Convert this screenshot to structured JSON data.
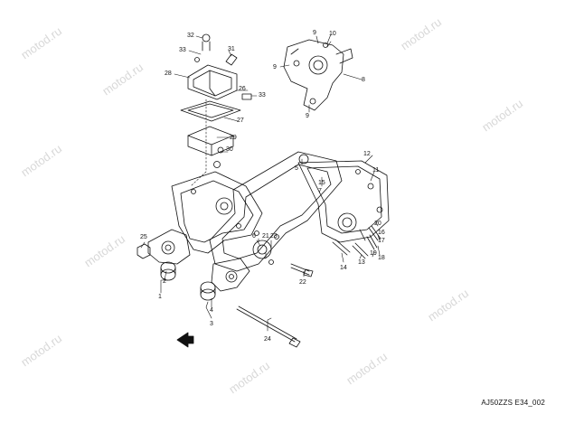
{
  "watermark": {
    "text": "motod.ru"
  },
  "diagram": {
    "reference_code": "AJ50ZZS E34_002",
    "callouts": {
      "c1": "1",
      "c2": "2",
      "c3": "3",
      "c4": "4",
      "c5": "5",
      "c6": "6",
      "c7": "7",
      "c8": "8",
      "c9a": "9",
      "c9b": "9",
      "c9c": "9",
      "c10": "10",
      "c11": "11",
      "c12": "12",
      "c13": "13",
      "c14": "14",
      "c15": "15",
      "c16": "16",
      "c17": "17",
      "c18": "18",
      "c19": "19",
      "c20": "20",
      "c21": "21",
      "c22": "22",
      "c23": "23",
      "c24": "24",
      "c25": "25",
      "c26": "26",
      "c27": "27",
      "c28": "28",
      "c29": "29",
      "c30": "30",
      "c31": "31",
      "c32": "32",
      "c33a": "33",
      "c33b": "33"
    }
  }
}
